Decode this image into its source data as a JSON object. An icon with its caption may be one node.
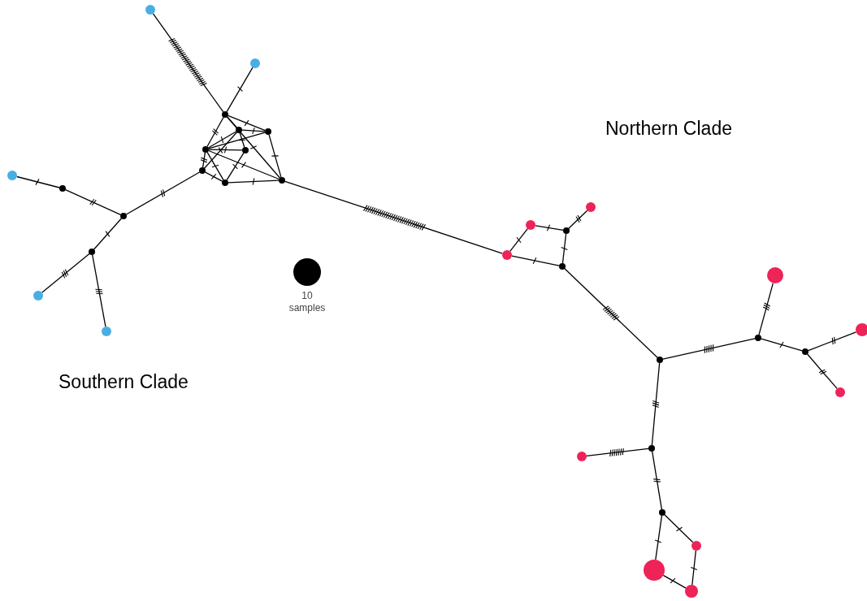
{
  "diagram": {
    "nodes": [
      {
        "text": [],
        "shape": "circle"
      },
      {
        "text": [],
        "shape": "circle"
      },
      {
        "text": [],
        "shape": "circle"
      },
      {
        "text": [],
        "shape": "circle"
      },
      {
        "text": [],
        "shape": "circle"
      },
      {
        "text": [],
        "shape": "circle"
      },
      {
        "text": [],
        "shape": "circle"
      },
      {
        "text": [],
        "shape": "circle"
      },
      {
        "text": [],
        "shape": "circle"
      },
      {
        "text": [],
        "shape": "circle"
      },
      {
        "text": [],
        "shape": "circle"
      },
      {
        "text": [],
        "shape": "circle"
      },
      {
        "text": [],
        "shape": "circle"
      },
      {
        "text": [],
        "shape": "circle"
      },
      {
        "text": [],
        "shape": "circle"
      },
      {
        "text": [],
        "shape": "circle"
      },
      {
        "text": [],
        "shape": "circle"
      },
      {
        "text": [],
        "shape": "circle"
      },
      {
        "text": [],
        "shape": "circle"
      },
      {
        "text": [],
        "shape": "circle"
      },
      {
        "text": [],
        "shape": "circle"
      },
      {
        "text": [],
        "shape": "circle"
      },
      {
        "text": [],
        "shape": "circle"
      },
      {
        "text": [],
        "shape": "circle"
      },
      {
        "text": [],
        "shape": "circle"
      },
      {
        "text": [],
        "shape": "circle"
      },
      {
        "text": [],
        "shape": "circle"
      },
      {
        "text": [],
        "shape": "circle"
      },
      {
        "text": [],
        "shape": "circle"
      },
      {
        "text": [],
        "shape": "circle"
      },
      {
        "text": [],
        "shape": "circle"
      },
      {
        "text": [],
        "shape": "circle"
      },
      {
        "text": [],
        "shape": "circle"
      }
    ],
    "edges": [
      {
        "from": 0,
        "to": 2,
        "arrow": "none"
      },
      {
        "from": 1,
        "to": 2,
        "arrow": "none"
      },
      {
        "from": 2,
        "to": 4,
        "arrow": "none"
      },
      {
        "from": 2,
        "to": 5,
        "arrow": "none"
      },
      {
        "from": 2,
        "to": 3,
        "arrow": "none"
      },
      {
        "from": 2,
        "to": 9,
        "arrow": "none"
      },
      {
        "from": 3,
        "to": 4,
        "arrow": "none"
      },
      {
        "from": 3,
        "to": 5,
        "arrow": "none"
      },
      {
        "from": 3,
        "to": 6,
        "arrow": "none"
      },
      {
        "from": 5,
        "to": 4,
        "arrow": "none"
      },
      {
        "from": 5,
        "to": 6,
        "arrow": "none"
      },
      {
        "from": 5,
        "to": 9,
        "arrow": "none"
      },
      {
        "from": 5,
        "to": 8,
        "arrow": "none"
      },
      {
        "from": 7,
        "to": 5,
        "arrow": "none"
      },
      {
        "from": 7,
        "to": 3,
        "arrow": "none"
      },
      {
        "from": 6,
        "to": 8,
        "arrow": "none"
      },
      {
        "from": 8,
        "to": 9,
        "arrow": "none"
      },
      {
        "from": 7,
        "to": 8,
        "arrow": "none"
      },
      {
        "from": 4,
        "to": 9,
        "arrow": "none"
      },
      {
        "from": 7,
        "to": 12,
        "arrow": "none"
      },
      {
        "from": 10,
        "to": 11,
        "arrow": "none"
      },
      {
        "from": 11,
        "to": 12,
        "arrow": "none"
      },
      {
        "from": 12,
        "to": 13,
        "arrow": "none"
      },
      {
        "from": 13,
        "to": 14,
        "arrow": "none"
      },
      {
        "from": 13,
        "to": 15,
        "arrow": "none"
      },
      {
        "from": 9,
        "to": 19,
        "arrow": "none"
      },
      {
        "from": 19,
        "to": 16,
        "arrow": "none"
      },
      {
        "from": 16,
        "to": 18,
        "arrow": "none"
      },
      {
        "from": 18,
        "to": 17,
        "arrow": "none"
      },
      {
        "from": 18,
        "to": 20,
        "arrow": "none"
      },
      {
        "from": 19,
        "to": 20,
        "arrow": "none"
      },
      {
        "from": 20,
        "to": 21,
        "arrow": "none"
      },
      {
        "from": 21,
        "to": 23,
        "arrow": "none"
      },
      {
        "from": 23,
        "to": 22,
        "arrow": "none"
      },
      {
        "from": 23,
        "to": 24,
        "arrow": "none"
      },
      {
        "from": 24,
        "to": 25,
        "arrow": "none"
      },
      {
        "from": 24,
        "to": 26,
        "arrow": "none"
      },
      {
        "from": 21,
        "to": 27,
        "arrow": "none"
      },
      {
        "from": 27,
        "to": 28,
        "arrow": "none"
      },
      {
        "from": 27,
        "to": 29,
        "arrow": "none"
      },
      {
        "from": 29,
        "to": 31,
        "arrow": "none"
      },
      {
        "from": 29,
        "to": 30,
        "arrow": "none"
      },
      {
        "from": 30,
        "to": 32,
        "arrow": "none"
      },
      {
        "from": 31,
        "to": 32,
        "arrow": "none"
      }
    ],
    "labels": [
      "Northern Clade",
      "Southern Clade"
    ],
    "legend": [
      {
        "text": "10 samples"
      }
    ]
  }
}
